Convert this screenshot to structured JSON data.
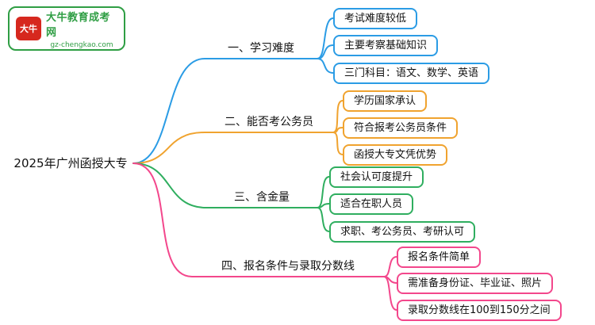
{
  "logo": {
    "mark": "大牛",
    "title": "大牛教育成考网",
    "url": "gz-chengkao.com",
    "brand_green": "#2f9e44",
    "brand_red": "#d6281e"
  },
  "root": {
    "label": "2025年广州函授大专"
  },
  "branches": [
    {
      "label": "一、学习难度",
      "color": "#2b9ce5",
      "children": [
        "考试难度较低",
        "主要考察基础知识",
        "三门科目：语文、数学、英语"
      ]
    },
    {
      "label": "二、能否考公务员",
      "color": "#f0a32f",
      "children": [
        "学历国家承认",
        "符合报考公务员条件",
        "函授大专文凭优势"
      ]
    },
    {
      "label": "三、含金量",
      "color": "#2fae5f",
      "children": [
        "社会认可度提升",
        "适合在职人员",
        "求职、考公务员、考研认可"
      ]
    },
    {
      "label": "四、报名条件与录取分数线",
      "color": "#f3478c",
      "children": [
        "报名条件简单",
        "需准备身份证、毕业证、照片",
        "录取分数线在100到150分之间"
      ]
    }
  ]
}
